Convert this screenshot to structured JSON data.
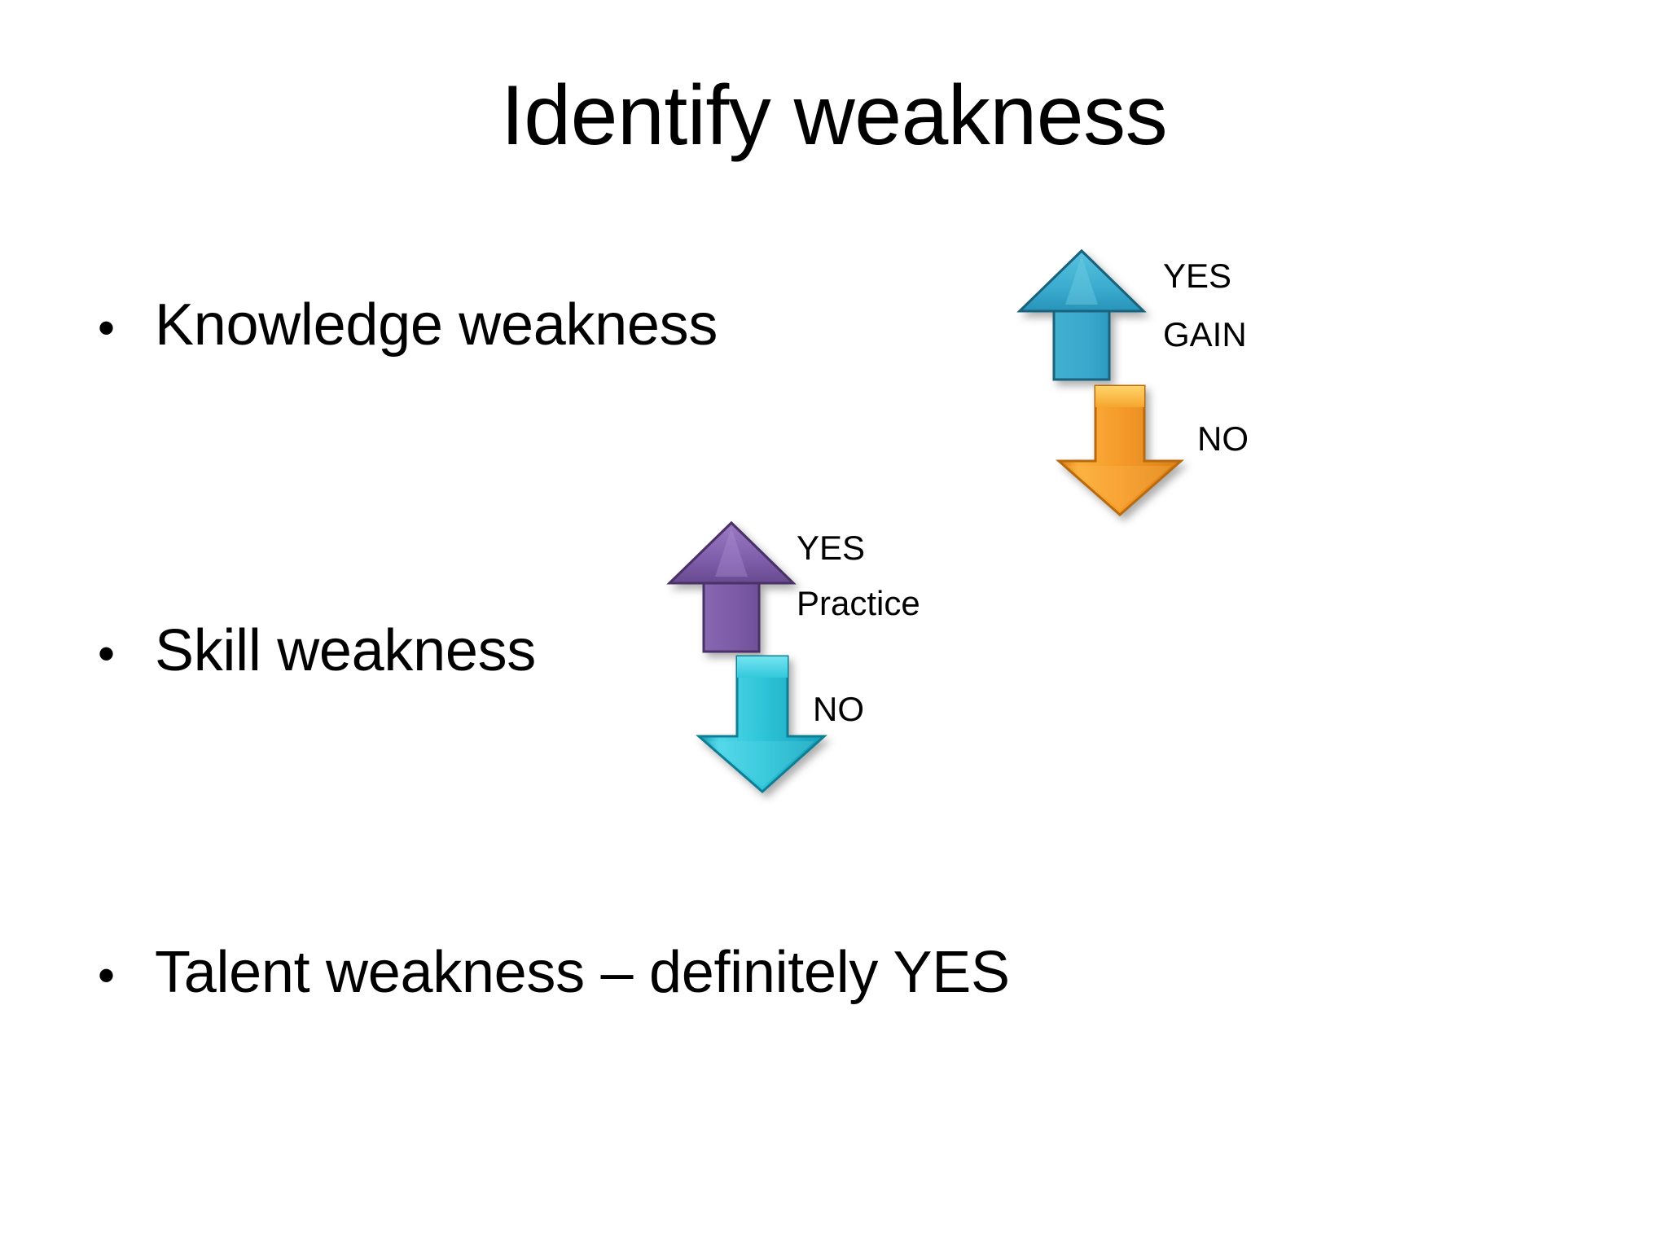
{
  "slide": {
    "title": "Identify weakness",
    "background_color": "#FFFFFF",
    "text_color": "#000000",
    "bullet_marker": "•",
    "bullets": [
      {
        "text": "Knowledge weakness"
      },
      {
        "text": "Skill weakness"
      },
      {
        "text": "Talent weakness – definitely YES"
      }
    ]
  },
  "diagrams": [
    {
      "id": "knowledge-decision",
      "up_arrow": {
        "direction": "up",
        "color": "#38A8CC",
        "color_light": "#5CC3DD",
        "color_dark": "#1C7FA3",
        "icon": "arrow-up-icon"
      },
      "up_labels": [
        "YES",
        "GAIN"
      ],
      "down_arrow": {
        "direction": "down",
        "color": "#F59A2A",
        "color_light": "#FCC14E",
        "color_dark": "#D97A12",
        "icon": "arrow-down-icon"
      },
      "down_labels": [
        "NO"
      ]
    },
    {
      "id": "skill-decision",
      "up_arrow": {
        "direction": "up",
        "color": "#7B5AA6",
        "color_light": "#9678BC",
        "color_dark": "#5B3E80",
        "icon": "arrow-up-icon"
      },
      "up_labels": [
        "YES",
        "Practice"
      ],
      "down_arrow": {
        "direction": "down",
        "color": "#2EC4D8",
        "color_light": "#62DCEA",
        "color_dark": "#1395AE",
        "icon": "arrow-down-icon"
      },
      "down_labels": [
        "NO"
      ]
    }
  ]
}
